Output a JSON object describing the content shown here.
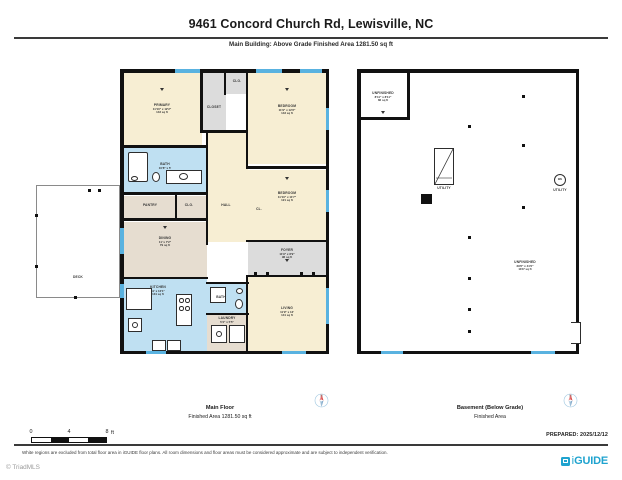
{
  "header": {
    "title": "9461 Concord Church Rd, Lewisville, NC",
    "subtitle": "Main Building: Above Grade Finished Area 1281.50 sq ft"
  },
  "main_floor": {
    "caption_title": "Main Floor",
    "caption_area": "Finished Area 1281.50 sq ft",
    "rooms": [
      {
        "name": "PRIMARY",
        "dim": "11'10\" x 12'2\"",
        "sf": "143 sq ft"
      },
      {
        "name": "CLOSET",
        "dim": "",
        "sf": ""
      },
      {
        "name": "CLO.",
        "dim": "",
        "sf": ""
      },
      {
        "name": "BEDROOM",
        "dim": "11'9\" x 12'2\"",
        "sf": "143 sq ft"
      },
      {
        "name": "BEDROOM",
        "dim": "11'10\" x 11'7\"",
        "sf": "121 sq ft"
      },
      {
        "name": "BATH",
        "dim": "10'8\" x 5'",
        "sf": ""
      },
      {
        "name": "HALL",
        "dim": "",
        "sf": ""
      },
      {
        "name": "PANTRY",
        "dim": "",
        "sf": ""
      },
      {
        "name": "CLO.",
        "dim": "",
        "sf": ""
      },
      {
        "name": "CL.",
        "dim": "",
        "sf": ""
      },
      {
        "name": "DINING",
        "dim": "11' x 7'2\"",
        "sf": "79 sq ft"
      },
      {
        "name": "KITCHEN",
        "dim": "11' x 12'1\"",
        "sf": "131 sq ft"
      },
      {
        "name": "BATH",
        "dim": "",
        "sf": ""
      },
      {
        "name": "LAUNDRY",
        "dim": "5'4\" x 5'5\"",
        "sf": ""
      },
      {
        "name": "FOYER",
        "dim": "11'9\" x 8'9\"",
        "sf": "96 sq ft"
      },
      {
        "name": "LIVING",
        "dim": "11'9\" x 12'",
        "sf": "141 sq ft"
      },
      {
        "name": "DECK",
        "dim": "",
        "sf": ""
      }
    ]
  },
  "basement": {
    "caption_title": "Basement (Below Grade)",
    "caption_area": "Finished Area",
    "rooms": [
      {
        "name": "UNFINISHED",
        "dim": "8'11\" x 8'11\"",
        "sf": "82 sq ft"
      },
      {
        "name": "UNFINISHED",
        "dim": "29'6\" x 41'0\"",
        "sf": "1157 sq ft"
      },
      {
        "name": "UTILITY",
        "dim": "",
        "sf": ""
      },
      {
        "name": "UTILITY",
        "dim": "",
        "sf": ""
      }
    ],
    "water_heater_label": "WH"
  },
  "scale": {
    "ticks": [
      "0",
      "4",
      "8"
    ],
    "unit": "ft"
  },
  "footer": {
    "disclaimer": "White regions are excluded from total floor area in iGUIDE floor plans. All room dimensions and floor areas must be considered approximate and are subject to independent verification.",
    "prepared": "PREPARED: 2025/12/12",
    "mls": "© TriadMLS",
    "brand_i": "i",
    "brand_name": "GUIDE"
  },
  "colors": {
    "beige": "#f7eed3",
    "blue": "#bfe0f2",
    "tan": "#e6ddd0",
    "grey": "#dcdcdc",
    "window": "#59b2e0",
    "wall": "#111111",
    "brand": "#1fa3cf"
  }
}
